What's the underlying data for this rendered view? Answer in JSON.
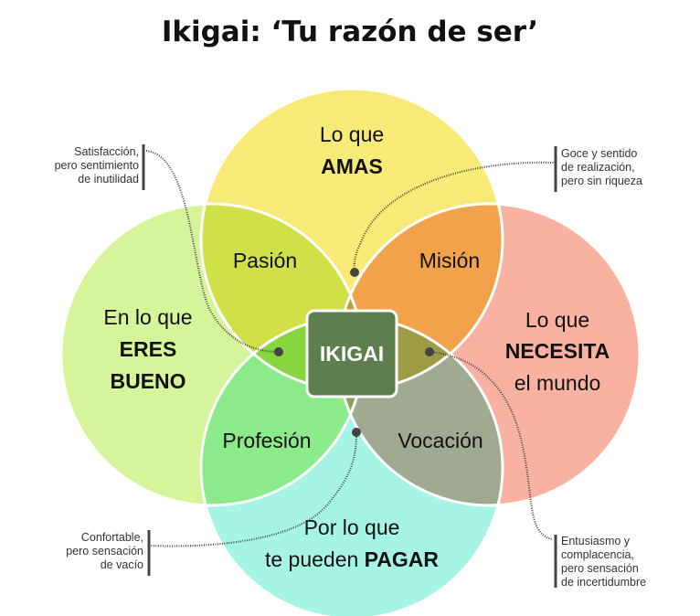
{
  "title": "Ikigai: ‘Tu razón de ser’",
  "circles": {
    "top": {
      "line1": "Lo que",
      "line2": "AMAS",
      "color": "#f8ea76"
    },
    "left": {
      "line1": "En lo que",
      "line2": "ERES",
      "line3": "BUENO",
      "color": "#d6f59a"
    },
    "right": {
      "line1": "Lo que",
      "line2": "NECESITA",
      "line3": "el mundo",
      "color": "#f9b1a2"
    },
    "bottom": {
      "line1": "Por lo que",
      "line2a": "te pueden ",
      "line2b": "PAGAR",
      "color": "#a6f4e4"
    }
  },
  "overlaps": {
    "pasion": "Pasión",
    "mision": "Misión",
    "profesion": "Profesión",
    "vocacion": "Vocación",
    "center": "IKIGAI"
  },
  "annotations": {
    "top_left": [
      "Satisfacción,",
      "pero sentimiento",
      "de inutilidad"
    ],
    "top_right": [
      "Goce y sentido",
      "de realización,",
      "pero sin riqueza"
    ],
    "bottom_left": [
      "Confortable,",
      "pero sensación",
      "de vacío"
    ],
    "bottom_right": [
      "Entusiasmo y",
      "complacencia,",
      "pero sensación",
      "de incertidumbre"
    ]
  }
}
